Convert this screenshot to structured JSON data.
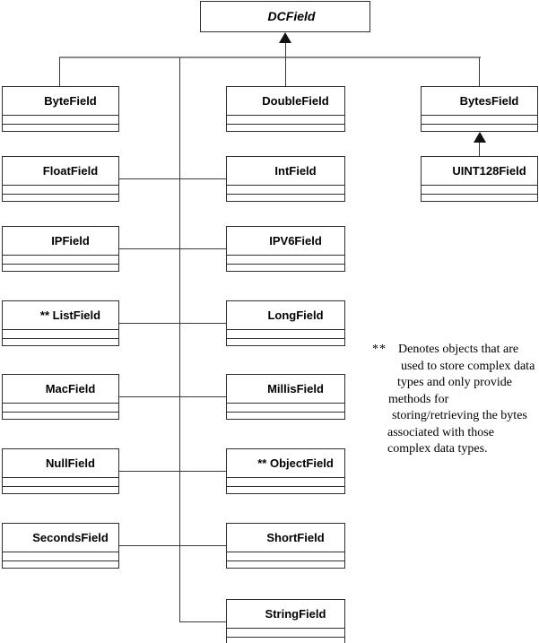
{
  "diagram": {
    "type": "uml-class-inheritance",
    "root_label": "DCField",
    "boxes": [
      {
        "label": "ByteField"
      },
      {
        "label": "DoubleField"
      },
      {
        "label": "BytesField"
      },
      {
        "label": "FloatField"
      },
      {
        "label": "IntField"
      },
      {
        "label": "UINT128Field"
      },
      {
        "label": "IPField"
      },
      {
        "label": "IPV6Field"
      },
      {
        "label": "** ListField"
      },
      {
        "label": "LongField"
      },
      {
        "label": "MacField"
      },
      {
        "label": "MillisField"
      },
      {
        "label": "NullField"
      },
      {
        "label": "** ObjectField"
      },
      {
        "label": "SecondsField"
      },
      {
        "label": "ShortField"
      },
      {
        "label": "StringField"
      }
    ]
  },
  "annotation": {
    "marker": "**",
    "lines": [
      "Denotes objects that are",
      "used to store complex data",
      "types and only provide",
      "methods for",
      "storing/retrieving the bytes",
      "associated with those",
      "complex data types."
    ]
  },
  "colors": {
    "line": "#3a3a3a",
    "top_line": "#8a8a8a",
    "box_border": "#2e2e2e",
    "box_fill": "#ffffff",
    "text": "#000000",
    "background": "#ffffff"
  }
}
